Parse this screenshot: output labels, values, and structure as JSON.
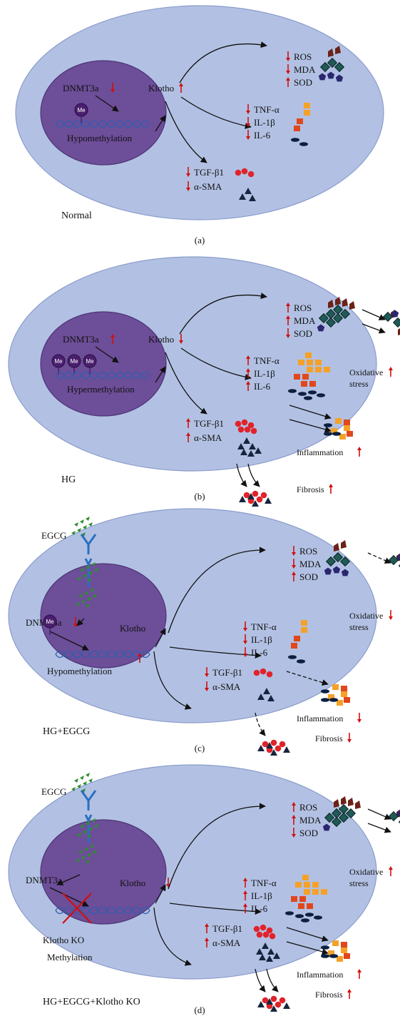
{
  "panels": [
    {
      "id": "a",
      "caption": "(a)",
      "condition": "Normal",
      "dnmt3a": "DNMT3a",
      "dnmt3a_arrow": "down",
      "methyl": "Hypomethylation",
      "me_count": 1,
      "me_label": "Me",
      "klotho": "Klotho",
      "klotho_arrow": "up",
      "ox": [
        {
          "t": "ROS",
          "a": "down"
        },
        {
          "t": "MDA",
          "a": "down"
        },
        {
          "t": "SOD",
          "a": "up"
        }
      ],
      "inf": [
        {
          "t": "TNF-α",
          "a": "down"
        },
        {
          "t": "IL-1β",
          "a": "down"
        },
        {
          "t": "IL-6",
          "a": "down"
        }
      ],
      "fib": [
        {
          "t": "TGF-β1",
          "a": "down"
        },
        {
          "t": "α-SMA",
          "a": "down"
        }
      ],
      "outcomes": null,
      "egcg": null
    },
    {
      "id": "b",
      "caption": "(b)",
      "condition": "HG",
      "dnmt3a": "DNMT3a",
      "dnmt3a_arrow": "up",
      "methyl": "Hypermethylation",
      "me_count": 3,
      "me_label": "Me",
      "klotho": "Klotho",
      "klotho_arrow": "down",
      "ox": [
        {
          "t": "ROS",
          "a": "up"
        },
        {
          "t": "MDA",
          "a": "up"
        },
        {
          "t": "SOD",
          "a": "down"
        }
      ],
      "inf": [
        {
          "t": "TNF-α",
          "a": "up"
        },
        {
          "t": "IL-1β",
          "a": "up"
        },
        {
          "t": "IL-6",
          "a": "up"
        }
      ],
      "fib": [
        {
          "t": "TGF-β1",
          "a": "up"
        },
        {
          "t": "α-SMA",
          "a": "up"
        }
      ],
      "outcomes": {
        "ox1": "Oxidative",
        "ox2": "stress",
        "ox_a": "up",
        "inf": "Inflammation",
        "inf_a": "up",
        "fib": "Fibrosis",
        "fib_a": "up",
        "dashed": false
      },
      "egcg": null
    },
    {
      "id": "c",
      "caption": "(c)",
      "condition": "HG+EGCG",
      "dnmt3a": "DNMT3a",
      "dnmt3a_arrow": "down",
      "methyl": "Hypomethylation",
      "me_count": 1,
      "me_label": "Me",
      "klotho": "Klotho",
      "klotho_arrow": "up",
      "ox": [
        {
          "t": "ROS",
          "a": "down"
        },
        {
          "t": "MDA",
          "a": "down"
        },
        {
          "t": "SOD",
          "a": "up"
        }
      ],
      "inf": [
        {
          "t": "TNF-α",
          "a": "down"
        },
        {
          "t": "IL-1β",
          "a": "down"
        },
        {
          "t": "IL-6",
          "a": "down"
        }
      ],
      "fib": [
        {
          "t": "TGF-β1",
          "a": "down"
        },
        {
          "t": "α-SMA",
          "a": "down"
        }
      ],
      "outcomes": {
        "ox1": "Oxidative",
        "ox2": "stress",
        "ox_a": "down",
        "inf": "Inflammation",
        "inf_a": "down",
        "fib": "Fibrosis",
        "fib_a": "down",
        "dashed": true
      },
      "egcg": {
        "label": "EGCG",
        "knockout": false
      }
    },
    {
      "id": "d",
      "caption": "(d)",
      "condition": "HG+EGCG+Klotho KO",
      "dnmt3a": "DNMT3a",
      "dnmt3a_arrow": null,
      "methyl": "Methylation",
      "me_count": 0,
      "me_label": "Me",
      "klotho": "Klotho",
      "klotho_arrow": "down",
      "ko_label": "Klotho  KO",
      "ox": [
        {
          "t": "ROS",
          "a": "up"
        },
        {
          "t": "MDA",
          "a": "up"
        },
        {
          "t": "SOD",
          "a": "down"
        }
      ],
      "inf": [
        {
          "t": "TNF-α",
          "a": "up"
        },
        {
          "t": "IL-1β",
          "a": "up"
        },
        {
          "t": "IL-6",
          "a": "up"
        }
      ],
      "fib": [
        {
          "t": "TGF-β1",
          "a": "up"
        },
        {
          "t": "α-SMA",
          "a": "up"
        }
      ],
      "outcomes": {
        "ox1": "Oxidative",
        "ox2": "stress",
        "ox_a": "up",
        "inf": "Inflammation",
        "inf_a": "up",
        "fib": "Fibrosis",
        "fib_a": "up",
        "dashed": false
      },
      "egcg": {
        "label": "EGCG",
        "knockout": true
      }
    }
  ],
  "colors": {
    "cell": "#b2c1e3",
    "cell_stroke": "#8a9ccc",
    "nucleus": "#6d4e98",
    "nucleus_stroke": "#4e3577",
    "dna": "#2f5fb0",
    "me": "#4a1f6e",
    "arrow_red": "#d01010",
    "ros": "#6b2217",
    "mda": "#1f5a56",
    "sod": "#2b2670",
    "cytokine_orange": "#f5a128",
    "cytokine_red": "#e0471c",
    "il6": "#0d1f3f",
    "tgf": "#e0232b",
    "sma": "#16253d",
    "egcg_green": "#2f8e2f",
    "receptor": "#2b6fbf",
    "ko_cross": "#d01010"
  }
}
